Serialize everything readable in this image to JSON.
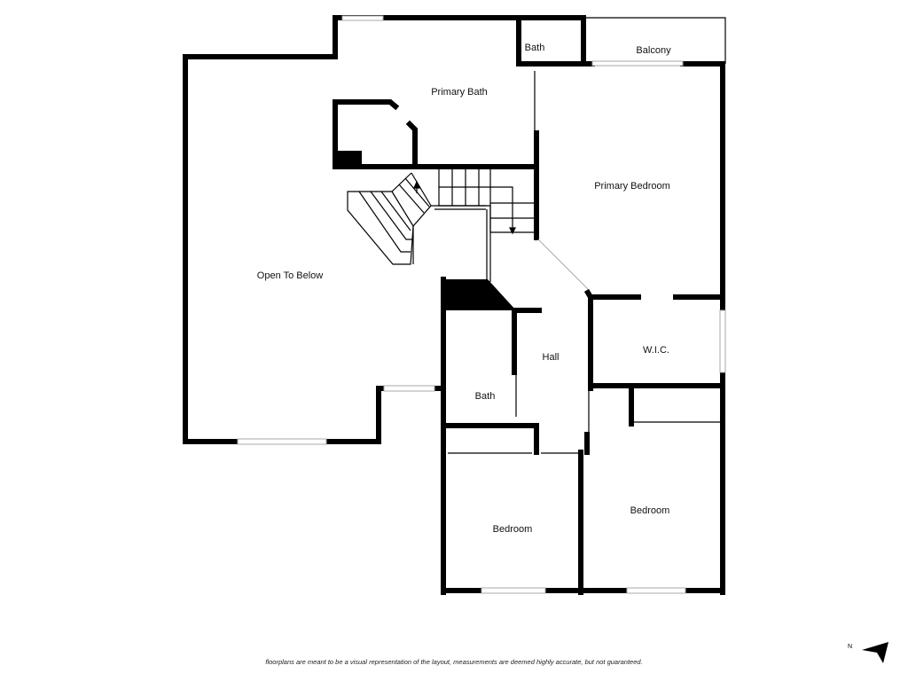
{
  "rooms": {
    "bath_top": "Bath",
    "balcony": "Balcony",
    "primary_bath": "Primary Bath",
    "primary_bedroom": "Primary Bedroom",
    "open_to_below": "Open To Below",
    "wic": "W.I.C.",
    "hall": "Hall",
    "bath": "Bath",
    "bedroom_left": "Bedroom",
    "bedroom_right": "Bedroom"
  },
  "compass": {
    "label": "N",
    "icon": "north-arrow-icon"
  },
  "disclaimer": "floorplans are meant to be a visual representation of the layout, measurements are deemed highly accurate, but not guaranteed."
}
